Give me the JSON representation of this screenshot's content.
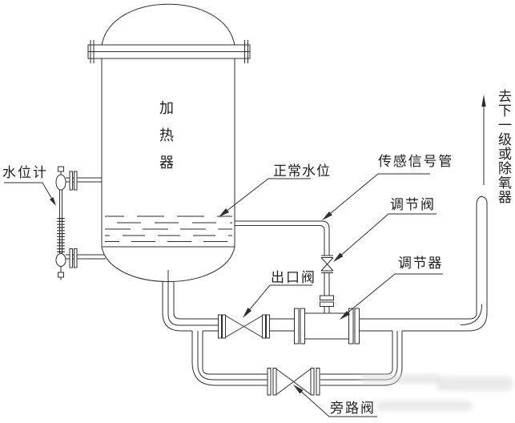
{
  "diagram": {
    "labels": {
      "heater": "加热器",
      "water_level_gauge": "水位计",
      "normal_water_level": "正常水位",
      "sensor_signal_pipe": "传感信号管",
      "regulating_valve": "调节阀",
      "regulator": "调节器",
      "outlet_valve": "出口阀",
      "bypass_valve": "旁路阀",
      "to_next_stage": "去下一级或除氧器"
    },
    "colors": {
      "line": "#2e2e2e",
      "text": "#1f1f1f",
      "background": "#ffffff",
      "watermark": "#d9d9d9"
    }
  }
}
